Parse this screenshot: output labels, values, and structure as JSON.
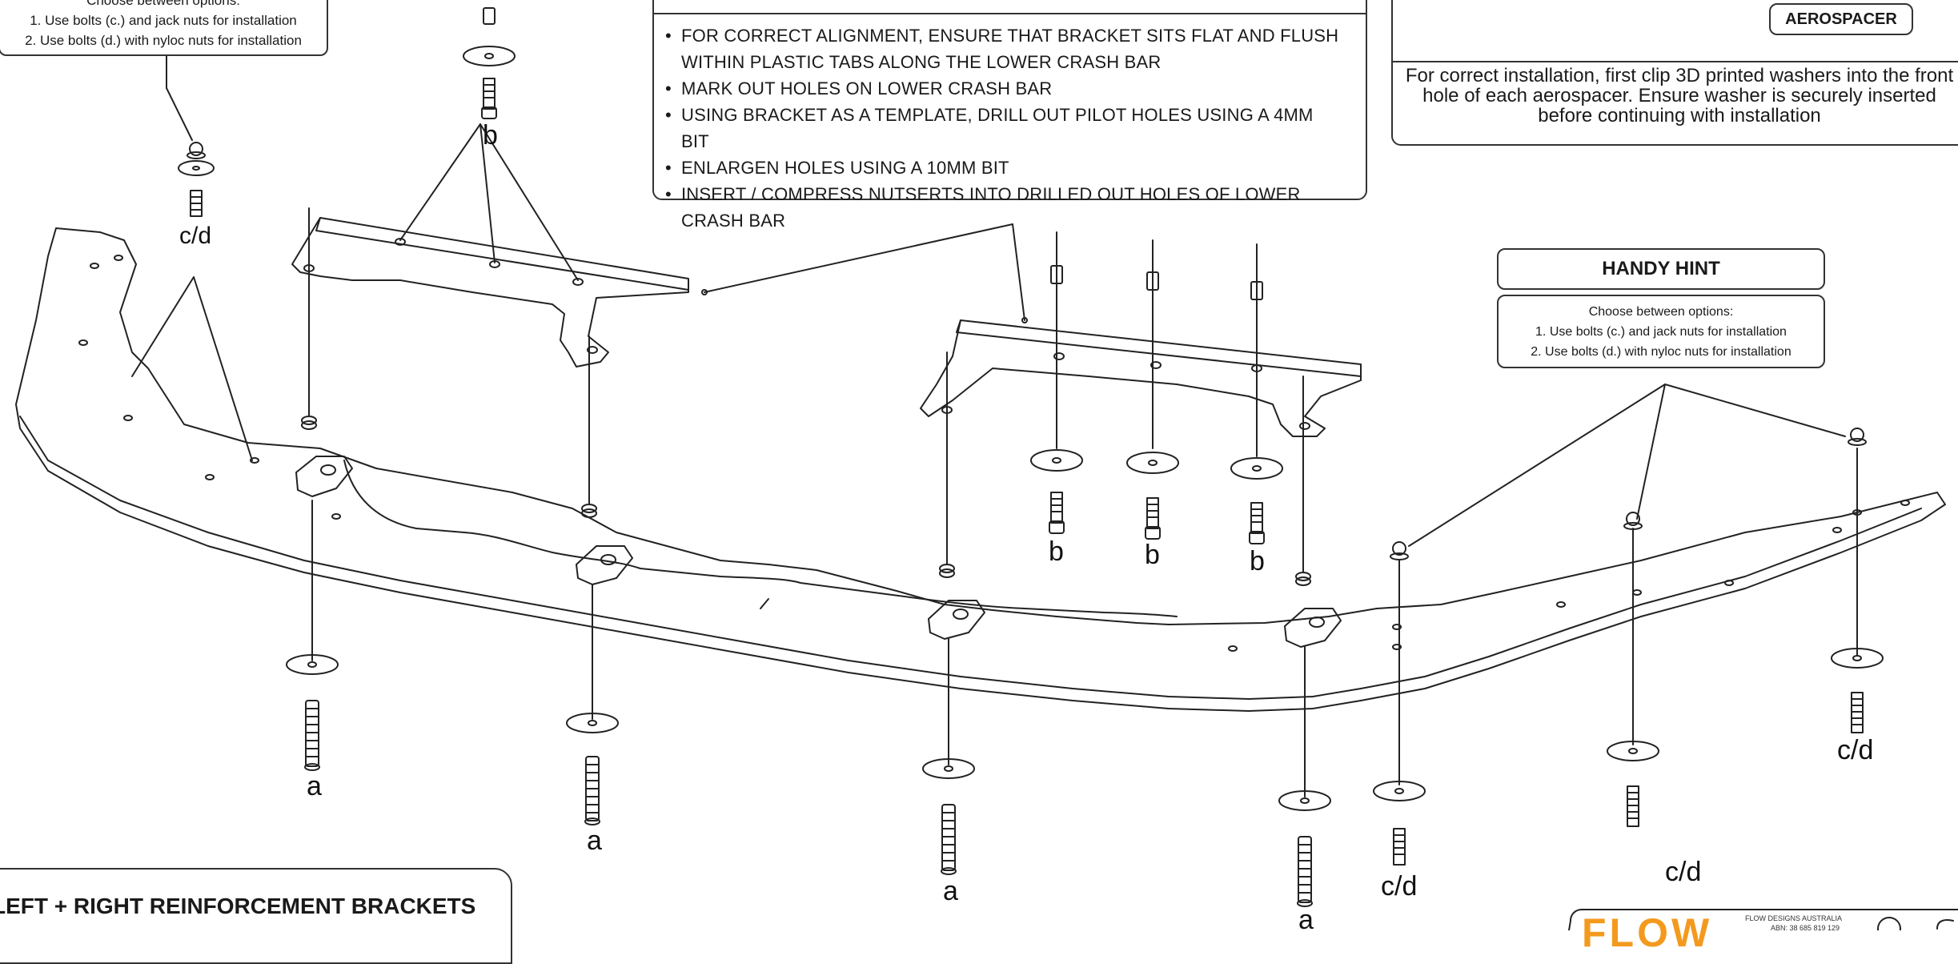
{
  "hint_left": {
    "lines": [
      "Choose between options:",
      "1. Use bolts (c.) and jack nuts for installation",
      "2. Use bolts (d.) with nyloc nuts for installation"
    ]
  },
  "instructions": {
    "items": [
      "FOR CORRECT ALIGNMENT, ENSURE THAT BRACKET SITS FLAT AND FLUSH WITHIN PLASTIC TABS ALONG THE LOWER CRASH BAR",
      "MARK OUT HOLES ON LOWER CRASH BAR",
      "USING BRACKET AS A TEMPLATE, DRILL OUT PILOT HOLES USING A 4MM BIT",
      "ENLARGEN HOLES USING A 10MM BIT",
      "INSERT / COMPRESS NUTSERTS INTO DRILLED OUT HOLES OF LOWER CRASH BAR"
    ]
  },
  "aerospacer": {
    "tag": "AEROSPACER",
    "text": "For correct installation, first clip 3D printed washers into the front hole of each aerospacer. Ensure washer is securely inserted before continuing with installation"
  },
  "handy_hint": {
    "title": "HANDY HINT",
    "lines": [
      "Choose between options:",
      "1. Use bolts (c.) and jack nuts for installation",
      "2. Use bolts (d.) with nyloc nuts for installation"
    ]
  },
  "brackets_title": "LEFT + RIGHT REINFORCEMENT BRACKETS",
  "labels": {
    "a": "a",
    "b": "b",
    "cd": "c/d"
  },
  "logo": {
    "brand": "FLOW",
    "company": "FLOW DESIGNS AUSTRALIA",
    "abn": "ABN: 38 685 819 129"
  },
  "colors": {
    "line": "#222222",
    "brand": "#f39a1e"
  }
}
